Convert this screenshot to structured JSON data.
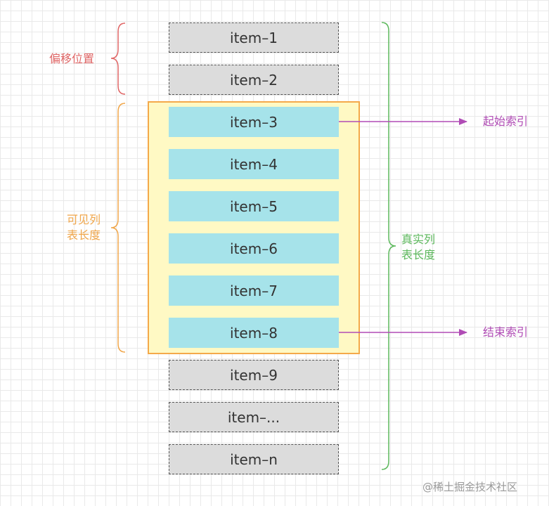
{
  "items": [
    "item–1",
    "item–2",
    "item–3",
    "item–4",
    "item–5",
    "item–6",
    "item–7",
    "item–8",
    "item–9",
    "item–...",
    "item–n"
  ],
  "labels": {
    "offset": "偏移位置",
    "visible_line1": "可见列",
    "visible_line2": "表长度",
    "real_line1": "真实列",
    "real_line2": "表长度",
    "start_index": "起始索引",
    "end_index": "结束索引"
  },
  "watermark": "@稀土掘金技术社区",
  "colors": {
    "offset": "#e06666",
    "visible": "#f0a64a",
    "real": "#5cb85c",
    "index": "#b04cb5",
    "hidden_item_bg": "#dcdcdc",
    "visible_item_bg": "#a6e3ea",
    "viewport_bg": "#fff9c4"
  }
}
